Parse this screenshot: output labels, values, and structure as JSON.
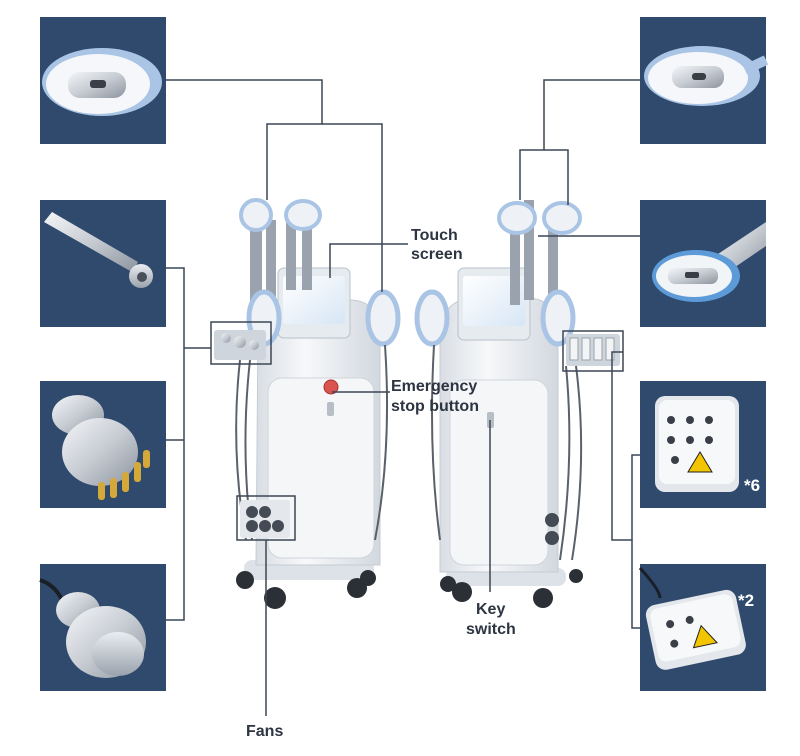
{
  "labels": {
    "touch_screen_line1": "Touch",
    "touch_screen_line2": "screen",
    "emergency_line1": "Emergency",
    "emergency_line2": "stop button",
    "key_switch_line1": "Key",
    "key_switch_line2": "switch",
    "fans": "Fans"
  },
  "multipliers": {
    "pad_large": "*6",
    "pad_small": "*2"
  },
  "colors": {
    "panel_bg": "#2f4a6d",
    "line": "#3c4656",
    "label_text": "#2d3442",
    "machine_body": "#eef1f4",
    "machine_accent": "#a9c4e4",
    "stop_button": "#d9534f"
  }
}
